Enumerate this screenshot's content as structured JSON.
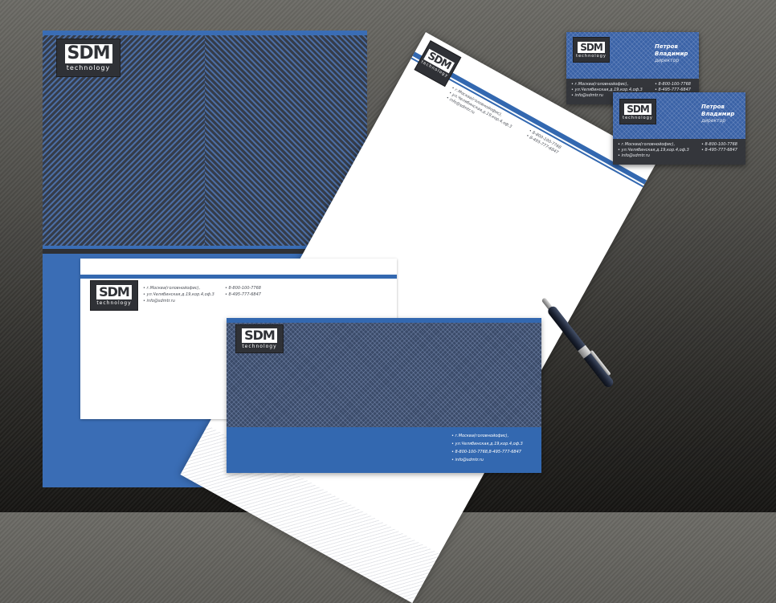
{
  "brand": {
    "name": "SDM",
    "sub": "technology"
  },
  "contacts": {
    "address1": "г.Москва(головнойофис),",
    "address2": "ул.Челябинская,д.19,кор.4,оф.3",
    "email": "info@sdmtr.ru",
    "phone1": "8-800-100-7768",
    "phone2": "8-495-777-6847"
  },
  "bigcard_contacts": {
    "line1": "г.Москва(головнойофис),",
    "line2": "ул.Челябинская,д.19,кор.4,оф.3",
    "line3": "8-800-100-7768,8-495-777-6847",
    "line4": "info@sdmtr.ru"
  },
  "person": {
    "last": "Петров",
    "first": "Владимир",
    "title": "директор"
  },
  "bullet": "•"
}
